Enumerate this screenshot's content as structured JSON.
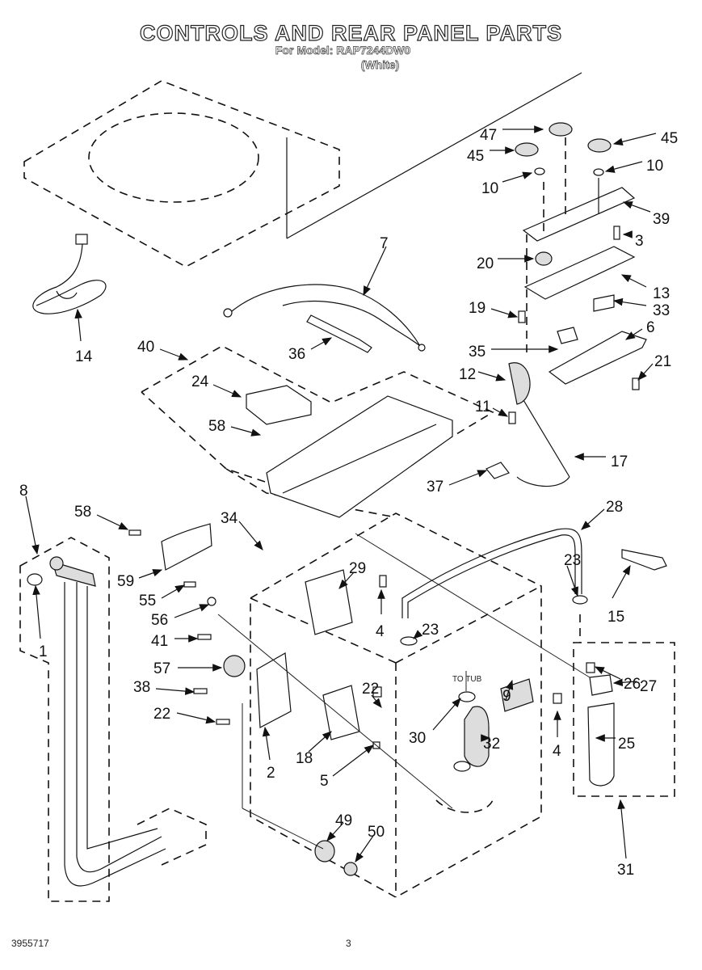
{
  "header": {
    "title": "CONTROLS AND REAR PANEL PARTS",
    "model_line": "For Model: RAP7244DW0",
    "color_line": "(White)"
  },
  "footer": {
    "document_number": "3955717",
    "page_number": "3"
  },
  "annotations": {
    "to_tub": "TO TUB"
  },
  "part_labels": [
    {
      "id": "p7",
      "text": "7"
    },
    {
      "id": "p47",
      "text": "47"
    },
    {
      "id": "p45a",
      "text": "45"
    },
    {
      "id": "p45b",
      "text": "45"
    },
    {
      "id": "p10a",
      "text": "10"
    },
    {
      "id": "p10b",
      "text": "10"
    },
    {
      "id": "p39",
      "text": "39"
    },
    {
      "id": "p3",
      "text": "3"
    },
    {
      "id": "p20",
      "text": "20"
    },
    {
      "id": "p13",
      "text": "13"
    },
    {
      "id": "p19",
      "text": "19"
    },
    {
      "id": "p33",
      "text": "33"
    },
    {
      "id": "p6",
      "text": "6"
    },
    {
      "id": "p35",
      "text": "35"
    },
    {
      "id": "p21",
      "text": "21"
    },
    {
      "id": "p12",
      "text": "12"
    },
    {
      "id": "p11",
      "text": "11"
    },
    {
      "id": "p17",
      "text": "17"
    },
    {
      "id": "p37",
      "text": "37"
    },
    {
      "id": "p14",
      "text": "14"
    },
    {
      "id": "p40",
      "text": "40"
    },
    {
      "id": "p24",
      "text": "24"
    },
    {
      "id": "p36",
      "text": "36"
    },
    {
      "id": "p58a",
      "text": "58"
    },
    {
      "id": "p8",
      "text": "8"
    },
    {
      "id": "p58b",
      "text": "58"
    },
    {
      "id": "p34",
      "text": "34"
    },
    {
      "id": "p28",
      "text": "28"
    },
    {
      "id": "p59",
      "text": "59"
    },
    {
      "id": "p29",
      "text": "29"
    },
    {
      "id": "p23a",
      "text": "23"
    },
    {
      "id": "p55",
      "text": "55"
    },
    {
      "id": "p56",
      "text": "56"
    },
    {
      "id": "p4a",
      "text": "4"
    },
    {
      "id": "p15",
      "text": "15"
    },
    {
      "id": "p1",
      "text": "1"
    },
    {
      "id": "p41",
      "text": "41"
    },
    {
      "id": "p23b",
      "text": "23"
    },
    {
      "id": "p9",
      "text": "9"
    },
    {
      "id": "p26",
      "text": "26"
    },
    {
      "id": "p57",
      "text": "57"
    },
    {
      "id": "p38",
      "text": "38"
    },
    {
      "id": "p22a",
      "text": "22"
    },
    {
      "id": "p27",
      "text": "27"
    },
    {
      "id": "p22b",
      "text": "22"
    },
    {
      "id": "p30",
      "text": "30"
    },
    {
      "id": "p32",
      "text": "32"
    },
    {
      "id": "p4b",
      "text": "4"
    },
    {
      "id": "p25",
      "text": "25"
    },
    {
      "id": "p18",
      "text": "18"
    },
    {
      "id": "p2",
      "text": "2"
    },
    {
      "id": "p5",
      "text": "5"
    },
    {
      "id": "p49",
      "text": "49"
    },
    {
      "id": "p50",
      "text": "50"
    },
    {
      "id": "p31",
      "text": "31"
    }
  ]
}
